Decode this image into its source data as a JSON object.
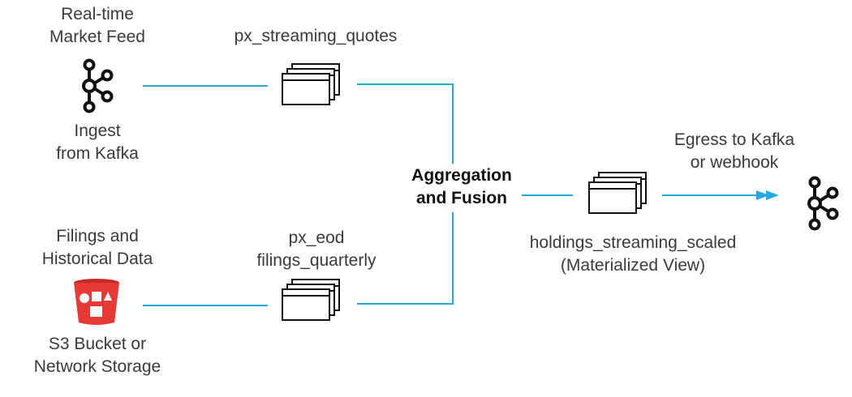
{
  "sources": {
    "realtime": {
      "title_line1": "Real-time",
      "title_line2": "Market Feed",
      "caption_line1": "Ingest",
      "caption_line2": "from Kafka",
      "icon": "kafka-icon"
    },
    "historical": {
      "title_line1": "Filings and",
      "title_line2": "Historical Data",
      "caption_line1": "S3 Bucket or",
      "caption_line2": "Network Storage",
      "icon": "s3-bucket-icon"
    }
  },
  "tables": {
    "streaming_quotes": {
      "label": "px_streaming_quotes"
    },
    "eod": {
      "label_line1": "px_eod",
      "label_line2": "filings_quarterly"
    }
  },
  "processing": {
    "label_line1": "Aggregation",
    "label_line2": "and Fusion"
  },
  "output": {
    "view_line1": "holdings_streaming_scaled",
    "view_line2": "(Materialized View)",
    "egress_line1": "Egress to Kafka",
    "egress_line2": "or webhook",
    "icon": "kafka-icon"
  },
  "colors": {
    "connector": "#29a9e0",
    "icon": "#111111",
    "bucket": "#e53935"
  }
}
